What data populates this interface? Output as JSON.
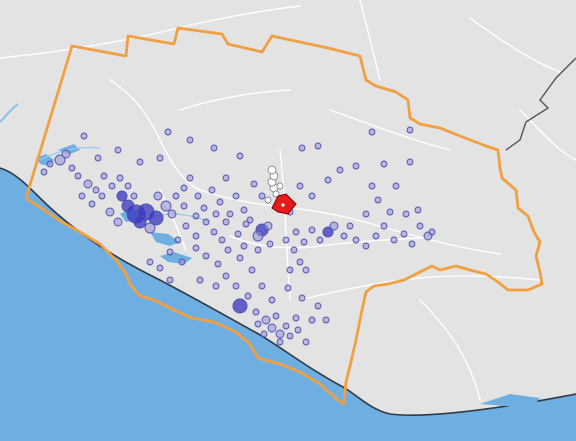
{
  "map": {
    "colors": {
      "land": "#e3e3e3",
      "water": "#6eaee0",
      "coastline": "#2f3a45",
      "boundary": "#f0a040",
      "border": "#555555",
      "road": "#ffffff",
      "point_fill": "#8f8fd8",
      "point_stroke": "#5252b0",
      "point_dark": "#3535c0",
      "selected_fill": "#e51a1a",
      "selected_stroke": "#7a0000"
    },
    "icons": {
      "selected_location": "selected-location-icon"
    },
    "layers": [
      {
        "name": "water",
        "visible": true
      },
      {
        "name": "roads",
        "visible": true
      },
      {
        "name": "study-area-boundary",
        "visible": true
      },
      {
        "name": "point-locations",
        "visible": true
      },
      {
        "name": "selected-location",
        "visible": true
      }
    ]
  }
}
